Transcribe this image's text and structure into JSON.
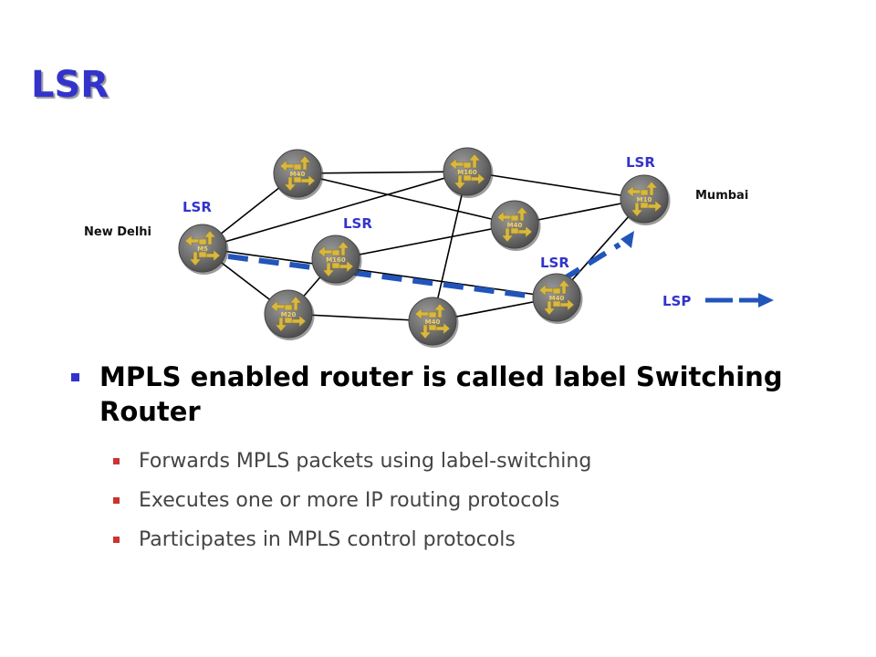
{
  "slide": {
    "title": "LSR"
  },
  "diagram": {
    "lsr_labels": [
      "LSR",
      "LSR",
      "LSR",
      "LSR"
    ],
    "city_labels": [
      "New Delhi",
      "Mumbai"
    ],
    "routers": [
      {
        "id": "r-m5",
        "model": "M5"
      },
      {
        "id": "r-m40-top",
        "model": "M40"
      },
      {
        "id": "r-m160-top",
        "model": "M160"
      },
      {
        "id": "r-m10",
        "model": "M10"
      },
      {
        "id": "r-m40-mid",
        "model": "M40"
      },
      {
        "id": "r-m160-center",
        "model": "M160"
      },
      {
        "id": "r-m20",
        "model": "M20"
      },
      {
        "id": "r-m40-bottom",
        "model": "M40"
      },
      {
        "id": "r-m40-right",
        "model": "M40"
      }
    ],
    "legend": {
      "label": "LSP",
      "color": "#2255bb"
    },
    "colors": {
      "lsp": "#2255bb",
      "router": "#666666",
      "arrow": "#d8b840",
      "link": "#000000"
    }
  },
  "bullets": {
    "main": "MPLS enabled router is called label Switching Router",
    "sub": [
      "Forwards MPLS packets using label-switching",
      "Executes one or more IP routing protocols",
      "Participates in MPLS control protocols"
    ]
  }
}
